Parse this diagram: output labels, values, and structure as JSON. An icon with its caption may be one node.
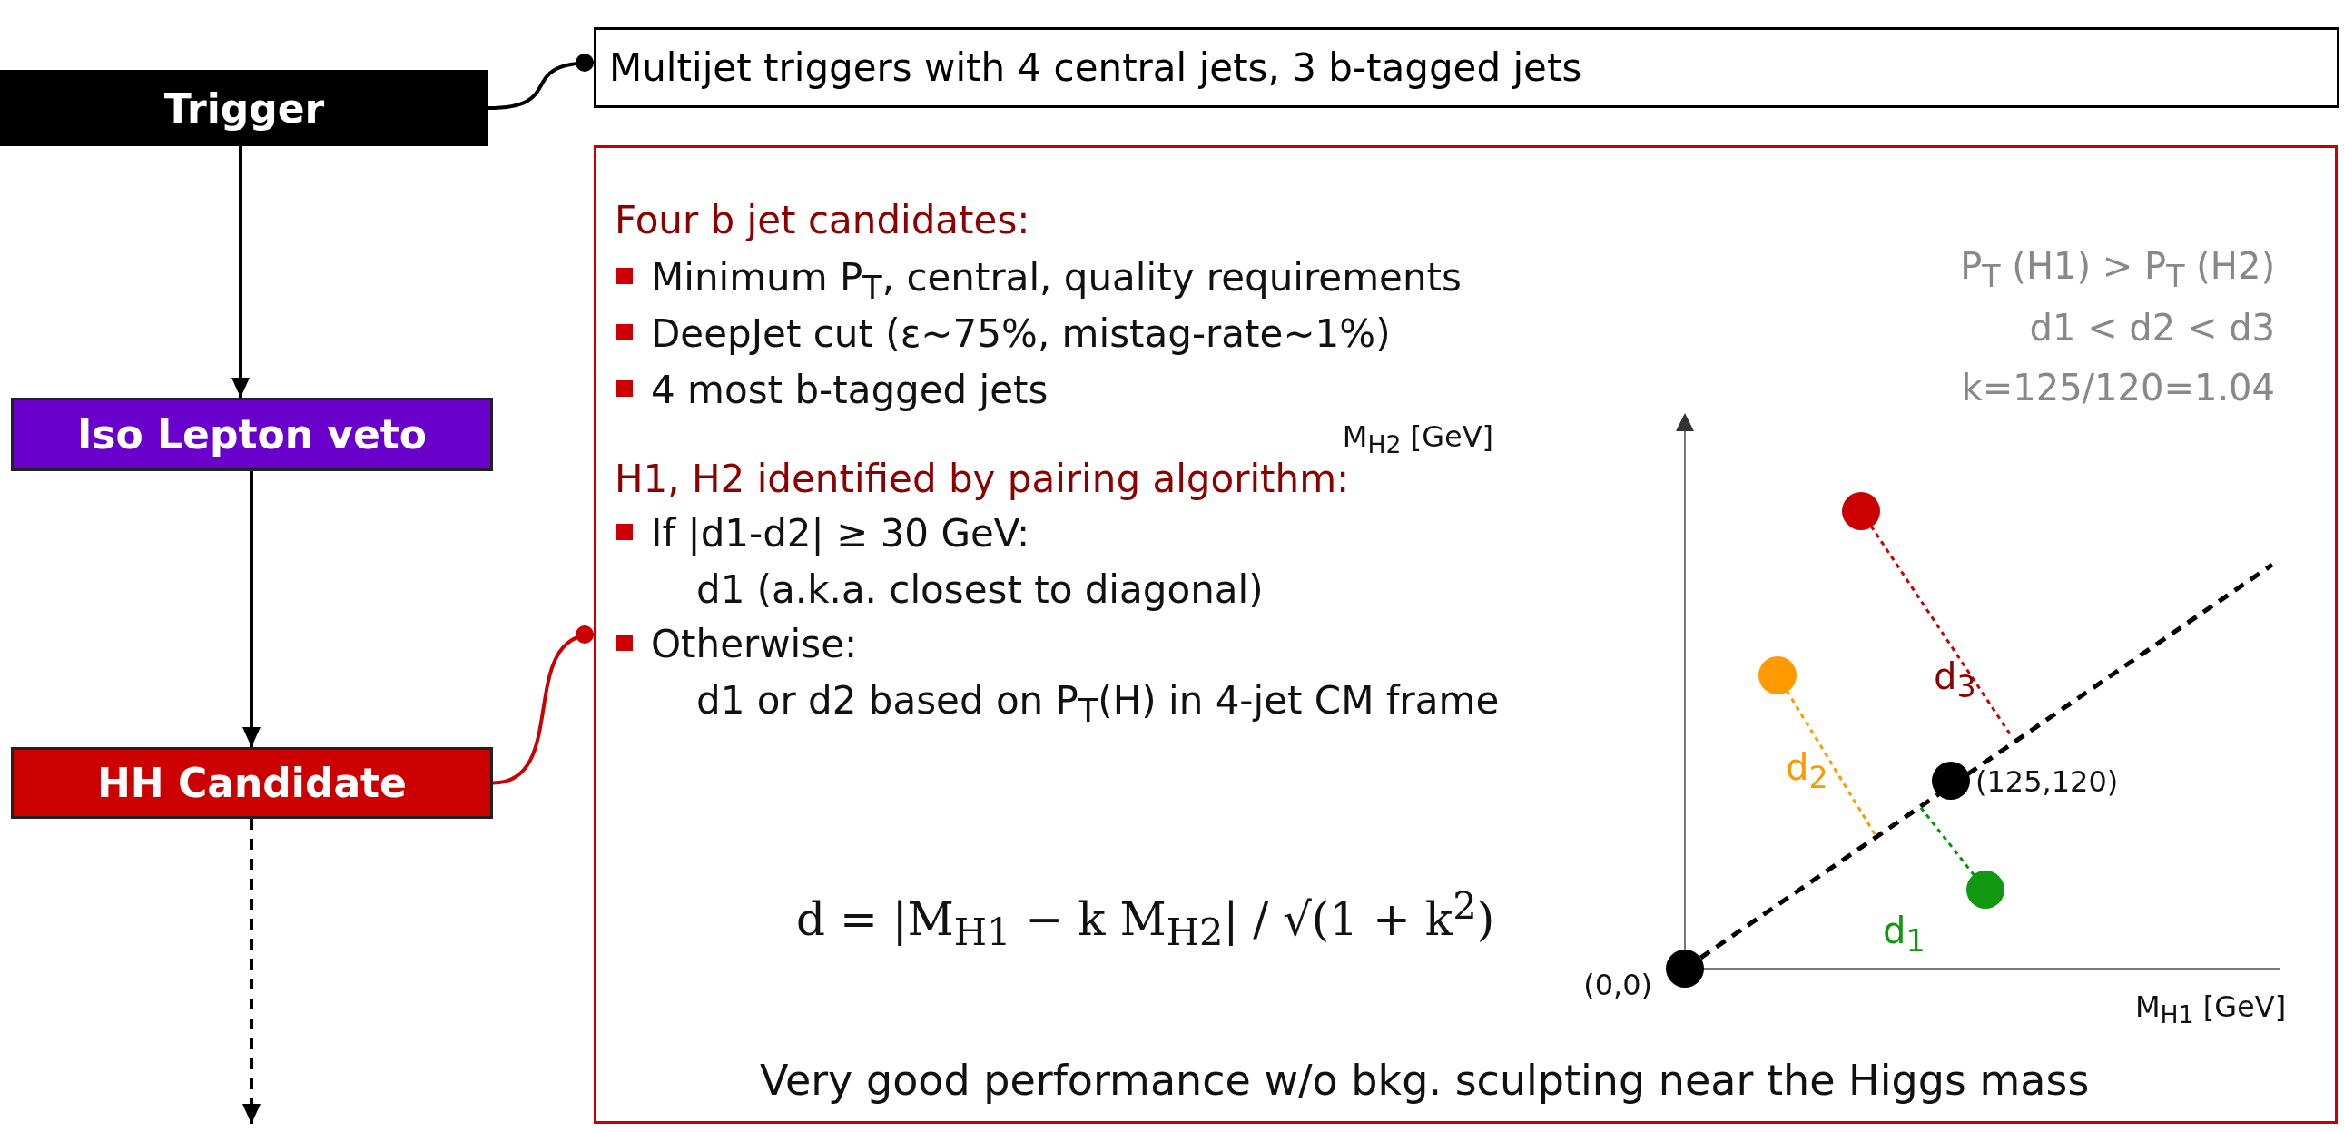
{
  "diagram": {
    "nodes": [
      {
        "text": [
          "Trigger"
        ]
      },
      {
        "text": [
          "Multijet triggers with 4 central jets, 3 b-tagged jets"
        ]
      },
      {
        "text": [
          "Iso Lepton veto"
        ]
      },
      {
        "text": [
          "HH Candidate"
        ]
      },
      {
        "text": [
          "Four b jet candidates:",
          "Minimum P$_{T}$, central, quality requirements",
          "DeepJet cut (ε~75%, mistag-rate~1%)",
          "4 most b-tagged jets",
          "H1, H2 identified by pairing algorithm:",
          "If |d1-d2| ≥ 30 GeV:",
          "d1  (a.k.a. closest to diagonal)",
          "Otherwise:",
          "d1 or d2 based on P$_{T}$(H) in 4-jet CM frame",
          "d = |M$_{H1}$ − k M$_{H2}$| / √(1 + k$^{2}$)",
          "Very good performance w/o bkg. sculpting near the Higgs mass"
        ]
      }
    ],
    "edges": [
      {
        "from": 0,
        "to": 1,
        "arrow": "other"
      },
      {
        "from": 0,
        "to": 2,
        "arrow": "to"
      },
      {
        "from": 2,
        "to": 3,
        "arrow": "to"
      },
      {
        "from": 3,
        "to": null,
        "arrow": "to",
        "style": "dashed"
      },
      {
        "from": 3,
        "to": 4,
        "arrow": "other",
        "color": "#cc0000"
      }
    ],
    "labels": [
      "P$_{T}$ (H1) > P$_{T}$ (H2)",
      "d1 < d2  <  d3",
      "k=125/120=1.04",
      "M$_{H2}$ [GeV]",
      "d$_{3}$",
      "d$_{2}$",
      "(125,120)",
      "d$_{1}$",
      "(0,0)",
      "M$_{H1}$ [GeV]"
    ]
  }
}
